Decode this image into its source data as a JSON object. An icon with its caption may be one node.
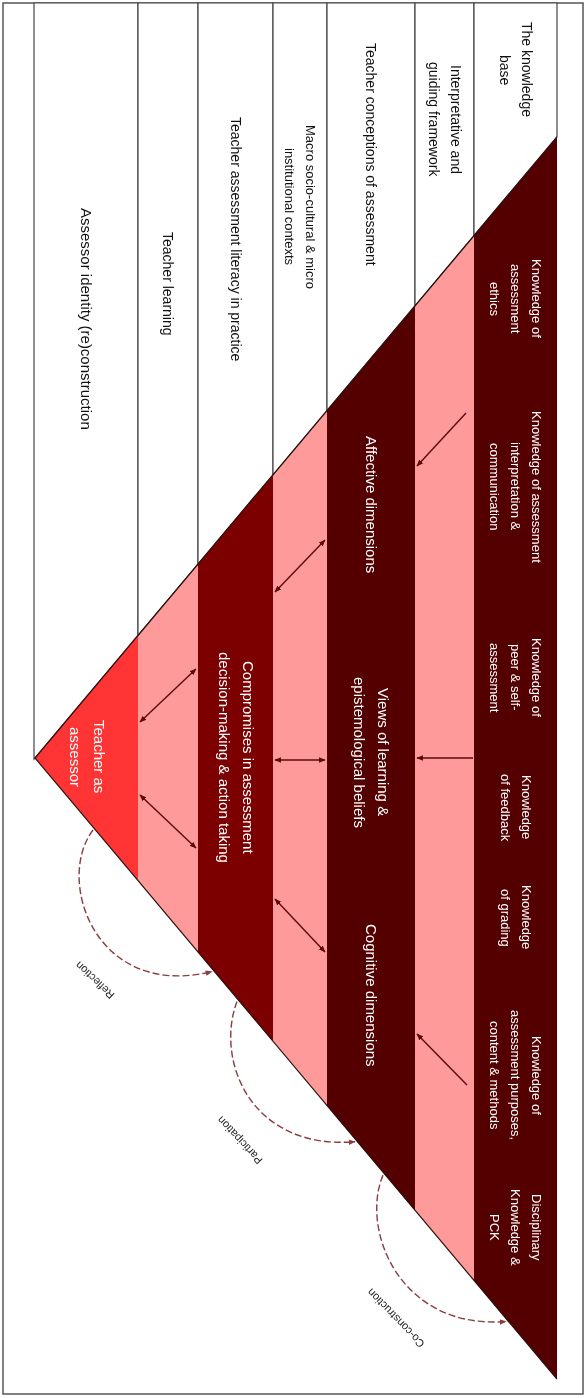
{
  "diagram": {
    "nodes": [
      {
        "text": [
          "Assessor identity (re)construction"
        ]
      },
      {
        "text": [
          "Teacher learning"
        ]
      },
      {
        "text": [
          "Teacher assessment literacy in practice"
        ]
      },
      {
        "text": [
          "Macro socio-cultural & micro institutional contexts"
        ]
      },
      {
        "text": [
          "Teacher conceptions of assessment"
        ]
      },
      {
        "text": [
          "Interpretative and guiding framework"
        ]
      },
      {
        "text": [
          "The knowledge base"
        ]
      },
      {
        "text": [
          "Teacher as assessor"
        ]
      },
      {
        "text": [
          "Compromises in assessment decision-making & action taking"
        ]
      },
      {
        "text": [],
        "shape": "bar"
      },
      {
        "text": [
          "Cognitive dimensions"
        ],
        "in": 9
      },
      {
        "text": [
          "Views of learning & epistemological beliefs"
        ],
        "in": 9
      },
      {
        "text": [
          "Affective dimensions"
        ],
        "in": 9
      },
      {
        "text": [],
        "shape": "bar"
      },
      {
        "text": [
          "Disciplinary Knowledge & PCK"
        ],
        "in": 13
      },
      {
        "text": [
          "Knowledge of assessment purposes, content & methods"
        ],
        "in": 13
      },
      {
        "text": [
          "Knowledge of grading"
        ],
        "in": 13
      },
      {
        "text": [
          "Knowledge of feedback"
        ],
        "in": 13
      },
      {
        "text": [
          "Knowledge of peer & self-assessment"
        ],
        "in": 13
      },
      {
        "text": [
          "Knowledge of assessment interpretation & communication"
        ],
        "in": 13
      },
      {
        "text": [
          "Knowledge of assessment ethics"
        ],
        "in": 13
      }
    ],
    "edges": [
      {
        "from": 7,
        "to": 8,
        "arrow": "both"
      },
      {
        "from": 7,
        "to": 8,
        "arrow": "both"
      },
      {
        "from": 8,
        "to": 10,
        "arrow": "both"
      },
      {
        "from": 8,
        "to": 11,
        "arrow": "both"
      },
      {
        "from": 8,
        "to": 12,
        "arrow": "both"
      },
      {
        "from": 13,
        "to": 10,
        "arrow": "to"
      },
      {
        "from": 13,
        "to": 11,
        "arrow": "to"
      },
      {
        "from": 13,
        "to": 12,
        "arrow": "to"
      },
      {
        "from": 7,
        "to": 8,
        "arrow": "to",
        "label": "Reflection",
        "style": "dashed",
        "color": "#8c3c3c"
      },
      {
        "from": 8,
        "to": 9,
        "arrow": "to",
        "label": "Participation",
        "style": "dashed",
        "color": "#8c3c3c"
      },
      {
        "from": 9,
        "to": 13,
        "arrow": "to",
        "label": "Co-construction",
        "style": "dashed",
        "color": "#8c3c3c"
      }
    ]
  }
}
